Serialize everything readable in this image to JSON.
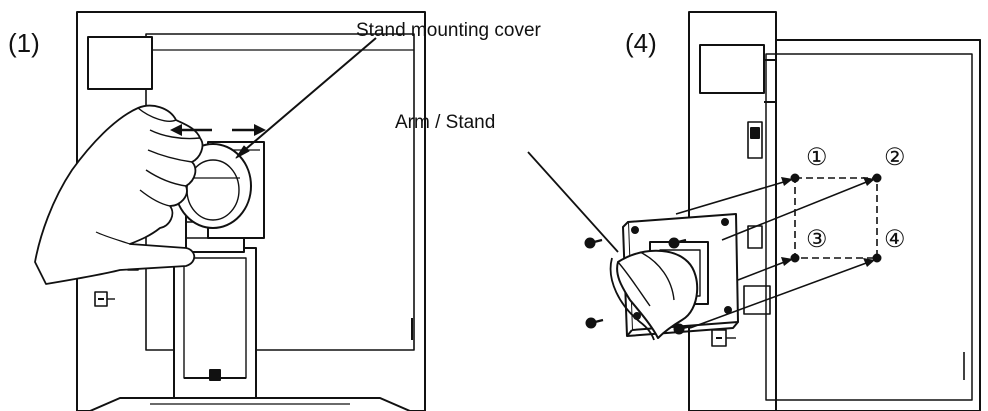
{
  "panels": [
    {
      "step": "(1)",
      "callouts": {
        "cover": "Stand mounting cover"
      }
    },
    {
      "step": "(4)",
      "callouts": {
        "arm": "Arm / Stand"
      },
      "hole_numbers": [
        "①",
        "②",
        "③",
        "④"
      ]
    }
  ],
  "colors": {
    "ink": "#111111",
    "paper": "#ffffff",
    "shade": "#d9d9d9"
  }
}
